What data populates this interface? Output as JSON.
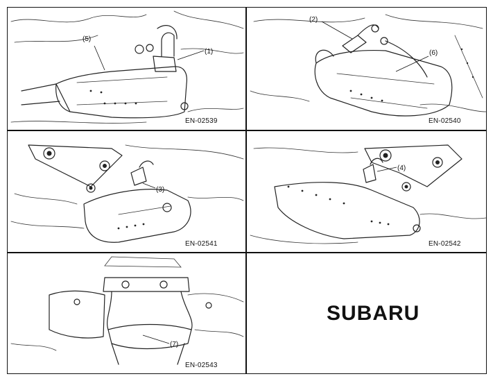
{
  "panels": [
    {
      "code": "EN-02539",
      "callouts": [
        "(1)",
        "(5)"
      ]
    },
    {
      "code": "EN-02540",
      "callouts": [
        "(2)",
        "(6)"
      ]
    },
    {
      "code": "EN-02541",
      "callouts": [
        "(3)"
      ]
    },
    {
      "code": "EN-02542",
      "callouts": [
        "(4)"
      ]
    },
    {
      "code": "EN-02543",
      "callouts": [
        "(7)"
      ]
    }
  ],
  "logo": "SUBARU"
}
